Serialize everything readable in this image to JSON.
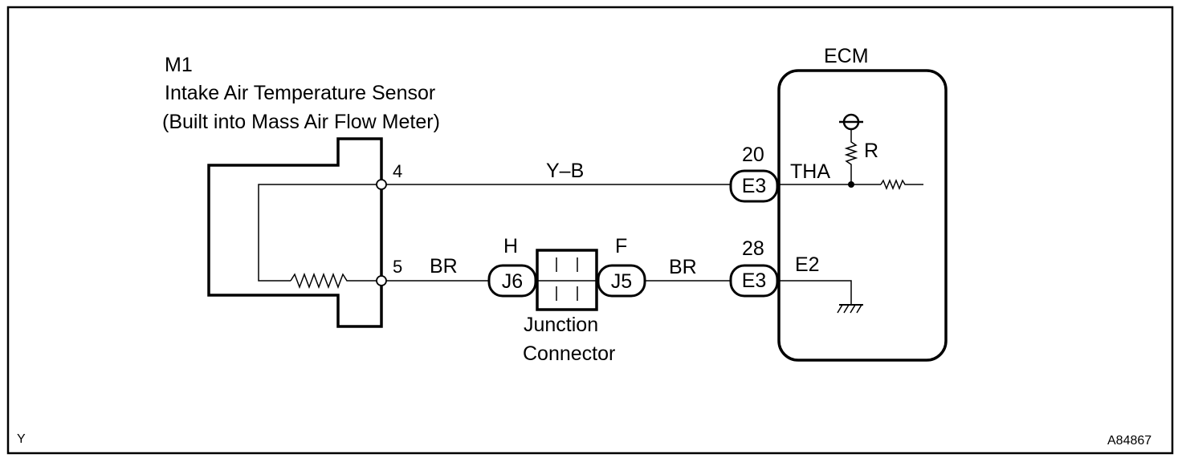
{
  "sensor": {
    "code": "M1",
    "name": "Intake Air Temperature Sensor",
    "note": "(Built into Mass Air Flow Meter)",
    "pin_top": "4",
    "pin_bottom": "5"
  },
  "ecm": {
    "title": "ECM",
    "pin_top": "20",
    "pin_bottom": "28",
    "connector_top": "E3",
    "connector_bottom": "E3",
    "terminal_top": "THA",
    "terminal_bottom": "E2",
    "resistor_label": "R"
  },
  "wires": {
    "top_color": "Y–B",
    "bottom_left_color": "BR",
    "bottom_right_color": "BR"
  },
  "junction": {
    "left_pin": "H",
    "right_pin": "F",
    "left_connector": "J6",
    "right_connector": "J5",
    "label_line1": "Junction",
    "label_line2": "Connector"
  },
  "corner_left": "Y",
  "figure_id": "A84867"
}
